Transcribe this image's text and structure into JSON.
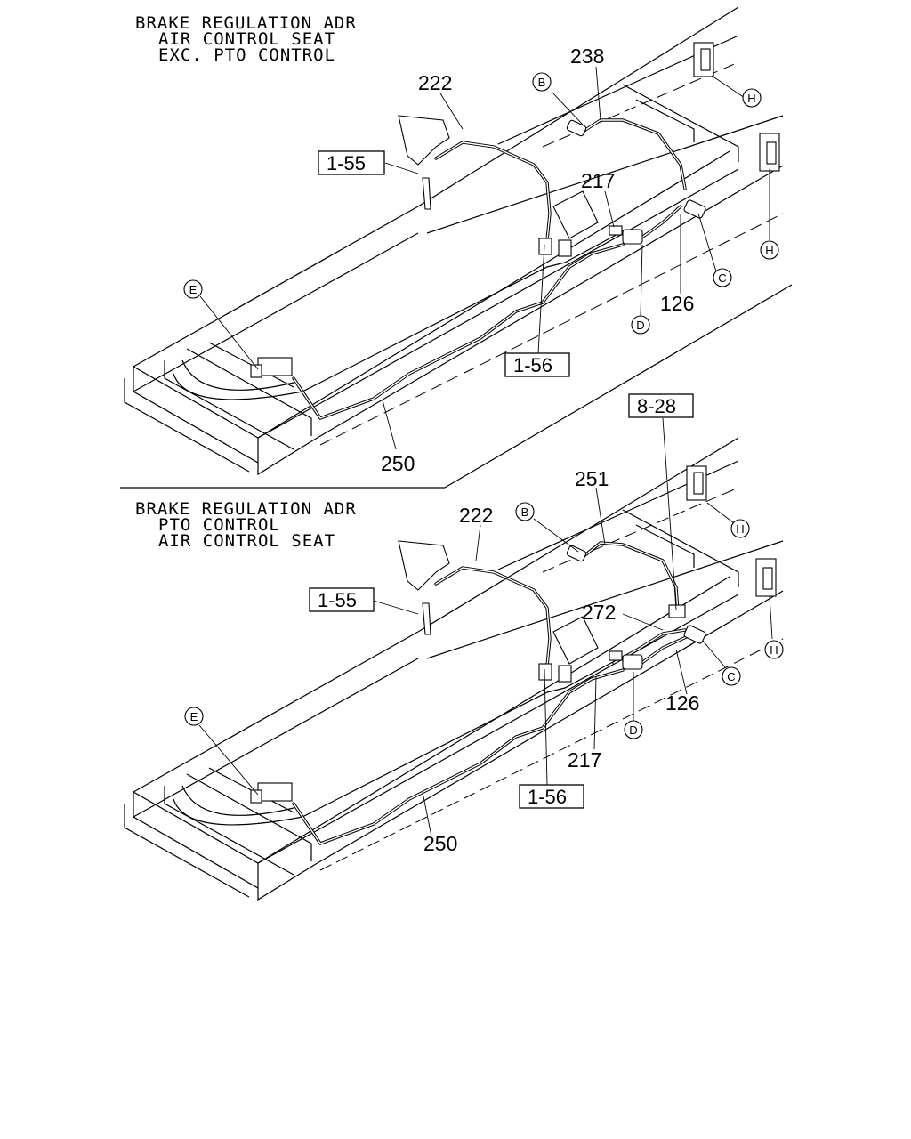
{
  "sections": [
    {
      "header": [
        "BRAKE REGULATION ADR",
        "AIR CONTROL SEAT",
        "EXC. PTO CONTROL"
      ],
      "callouts": {
        "c222": "222",
        "c238": "238",
        "c217": "217",
        "c126": "126",
        "c250": "250"
      },
      "refs": {
        "r155": "1-55",
        "r156": "1-56"
      },
      "circles": {
        "B": "B",
        "C": "C",
        "D": "D",
        "E": "E",
        "H1": "H",
        "H2": "H"
      }
    },
    {
      "header": [
        "BRAKE REGULATION ADR",
        "PTO CONTROL",
        "AIR CONTROL SEAT"
      ],
      "callouts": {
        "c222": "222",
        "c251": "251",
        "c272": "272",
        "c126": "126",
        "c217": "217",
        "c250": "250"
      },
      "refs": {
        "r828": "8-28",
        "r155": "1-55",
        "r156": "1-56"
      },
      "circles": {
        "B": "B",
        "C": "C",
        "D": "D",
        "E": "E",
        "H1": "H",
        "H2": "H"
      }
    }
  ]
}
